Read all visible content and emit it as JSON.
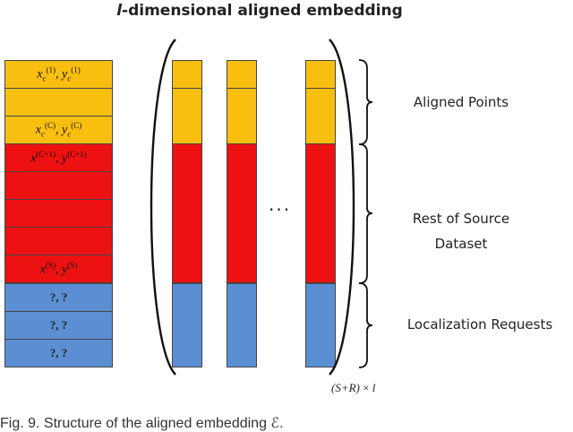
{
  "title_prefix": "l",
  "title_rest": "-dimensional aligned embedding",
  "colors": {
    "aligned": "#f9bf10",
    "source": "#ee1111",
    "requests": "#5b8fd4"
  },
  "left_column": {
    "aligned_first": [
      "x",
      "c",
      "(1)",
      "y",
      "c",
      "(1)"
    ],
    "aligned_last": [
      "x",
      "c",
      "(C)",
      "y",
      "c",
      "(C)"
    ],
    "source_first": [
      "x",
      "(C+1)",
      "y",
      "(C+1)"
    ],
    "source_last": [
      "x",
      "(S)",
      "y",
      "(S)"
    ],
    "request_label": "?, ?"
  },
  "labels": {
    "aligned": "Aligned Points",
    "rest_line1": "Rest of Source",
    "rest_line2": "Dataset",
    "requests": "Localization Requests"
  },
  "dots": "···",
  "dims": {
    "expr": "(S+R)",
    "times": "×",
    "l": "l"
  },
  "caption": "Fig. 9. Structure of the aligned embedding ℰ."
}
